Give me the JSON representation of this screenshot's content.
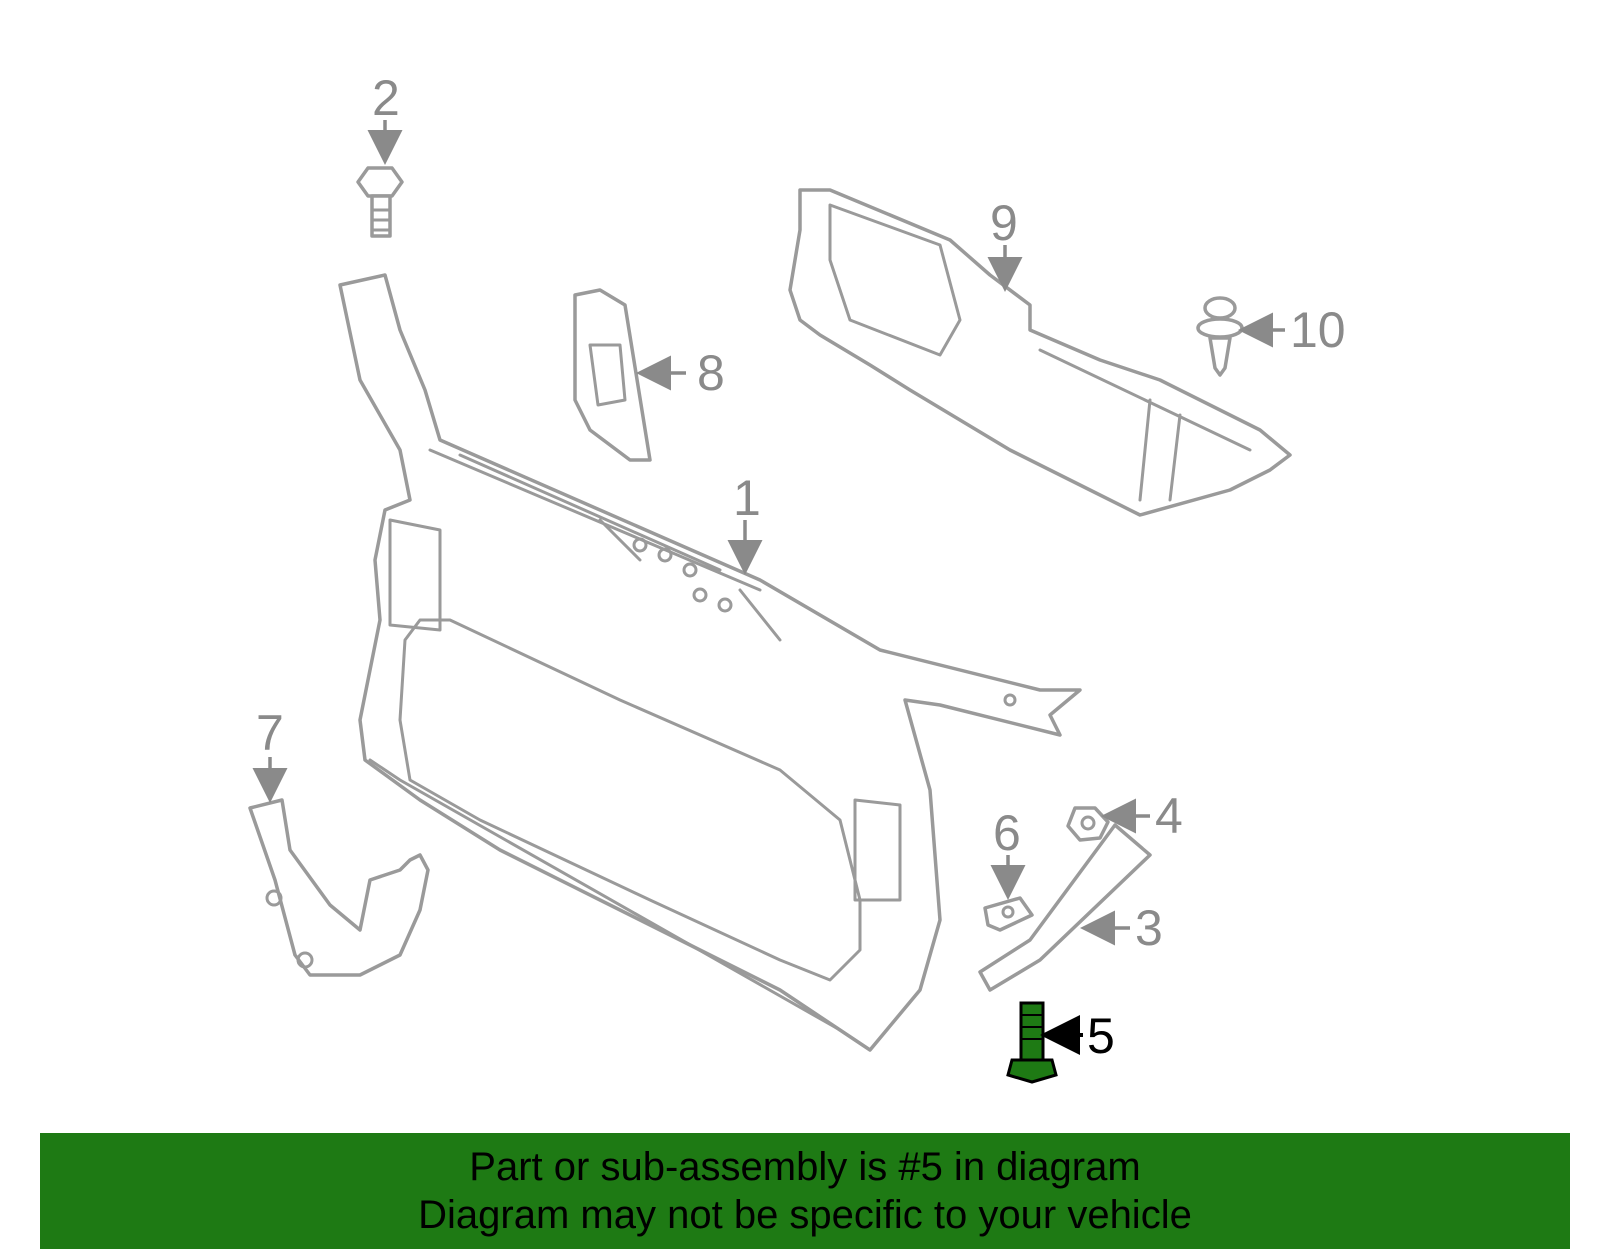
{
  "diagram": {
    "callouts": [
      {
        "id": "1",
        "label": "1"
      },
      {
        "id": "2",
        "label": "2"
      },
      {
        "id": "3",
        "label": "3"
      },
      {
        "id": "4",
        "label": "4"
      },
      {
        "id": "5",
        "label": "5"
      },
      {
        "id": "6",
        "label": "6"
      },
      {
        "id": "7",
        "label": "7"
      },
      {
        "id": "8",
        "label": "8"
      },
      {
        "id": "9",
        "label": "9"
      },
      {
        "id": "10",
        "label": "10"
      }
    ],
    "highlighted_part": "5",
    "highlight_color": "#1e7a14",
    "line_color": "#9a9a9a"
  },
  "banner": {
    "line1": "Part or sub-assembly is #5 in diagram",
    "line2": "Diagram may not be specific to your vehicle",
    "background": "#1e7a14"
  }
}
